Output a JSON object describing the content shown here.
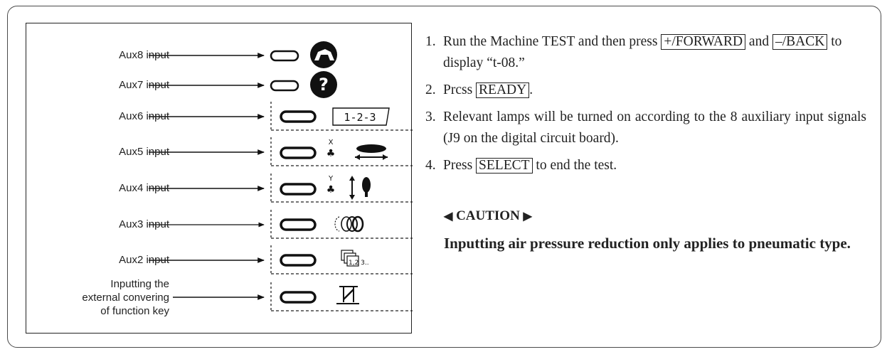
{
  "figure": {
    "labels": [
      "Aux8 input",
      "Aux7 input",
      "Aux6 input",
      "Aux5 input",
      "Aux4 input",
      "Aux3 input",
      "Aux2 input",
      "Inputting the\nexternal convering\nof function key"
    ],
    "icons": [
      "presser-foot-icon",
      "question-icon",
      "sequence-123-icon",
      "x-axis-move-icon",
      "y-axis-move-icon",
      "thread-winding-icon",
      "pattern-numbers-icon",
      "presser-lift-icon"
    ],
    "seq_text": "1-2-3",
    "pattern_text": "1,2 3.."
  },
  "steps": [
    {
      "num": "1.",
      "pre": "Run the Machine TEST and then press ",
      "key1": "+/FORWARD",
      "mid": " and ",
      "key2": "–/BACK",
      "post": " to display “t-08.”"
    },
    {
      "num": "2.",
      "pre": "Prcss ",
      "key": "READY",
      "post": "."
    },
    {
      "num": "3.",
      "text": "Relevant lamps will be turned on according to the 8 auxiliary input signals (J9 on the digital circuit board)."
    },
    {
      "num": "4.",
      "pre": "Press ",
      "key": "SELECT",
      "post": " to end the test."
    }
  ],
  "caution": {
    "left_mark": "◀",
    "title": "CAUTION",
    "right_mark": "▶",
    "text": "Inputting air pressure reduction only applies to pneumatic type."
  }
}
